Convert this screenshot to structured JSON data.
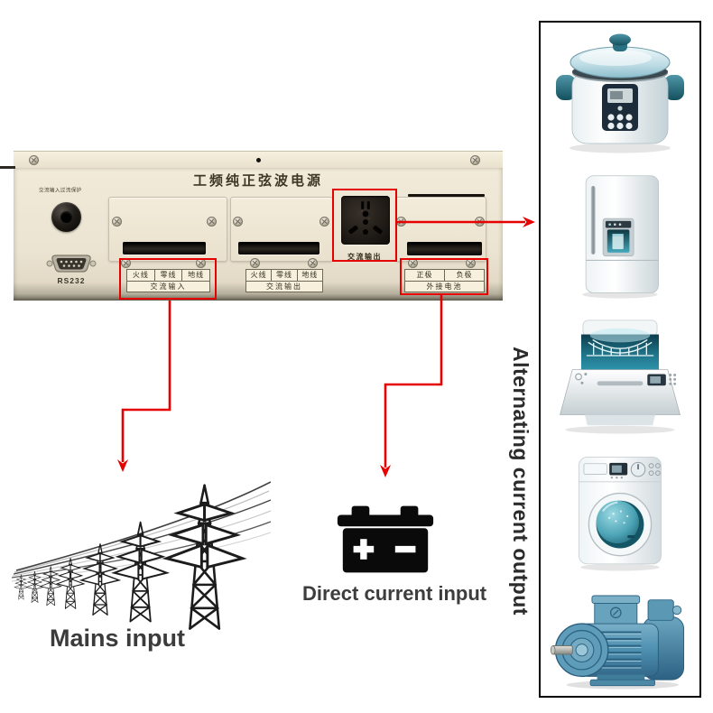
{
  "device": {
    "title": "工频纯正弦波电源",
    "overcurrent_label": "交流输入过流保护",
    "rs232_label": "RS232",
    "socket_label": "交流输出",
    "terminals": {
      "ac_input": {
        "cols": [
          "火线",
          "零线",
          "地线"
        ],
        "label": "交流输入"
      },
      "ac_output": {
        "cols": [
          "火线",
          "零线",
          "地线"
        ],
        "label": "交流输出"
      },
      "battery": {
        "cols": [
          "正极",
          "负极"
        ],
        "label": "外接电池"
      }
    }
  },
  "callouts": {
    "mains_input": "Mains input",
    "dc_input": "Direct current input",
    "ac_output": "Alternating current output"
  },
  "appliances": [
    {
      "name": "rice-cooker"
    },
    {
      "name": "refrigerator"
    },
    {
      "name": "dishwasher"
    },
    {
      "name": "washing-machine"
    },
    {
      "name": "electric-motor"
    }
  ],
  "colors": {
    "accent_red": "#e60000",
    "panel_cream": "#ece4d2",
    "appliance_teal": "#2f7f95",
    "motor_blue": "#4e8fb0"
  }
}
